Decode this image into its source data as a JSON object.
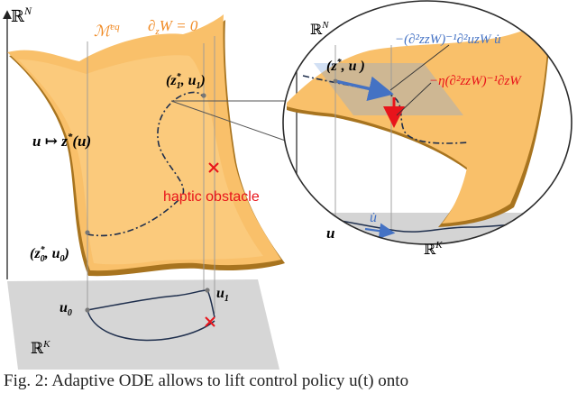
{
  "figure": {
    "left_panel": {
      "axis_top_label": "ℝ",
      "axis_top_sup": "N",
      "manifold_label": "ℳ",
      "manifold_sup": "eq",
      "condition_label": "∂",
      "condition_sub": "z",
      "condition_rest": "W = 0",
      "point_z1": "(z",
      "point_z1_sup": "*",
      "point_z1_sub": "1",
      "point_z1_rest": ", u",
      "point_z1_rest_sub": "1",
      "point_z1_close": ")",
      "map_label_u": "u",
      "map_label_arrow": " ↦ ",
      "map_label_z": "z",
      "map_label_sup": "*",
      "map_label_arg": "(u)",
      "obstacle_label": "haptic obstacle",
      "point_z0": "(z",
      "point_z0_sup": "*",
      "point_z0_sub": "0",
      "point_z0_rest": ", u",
      "point_z0_rest_sub": "0",
      "point_z0_close": ")",
      "u0_label": "u",
      "u0_sub": "0",
      "u1_label": "u",
      "u1_sub": "1",
      "plane_label": "ℝ",
      "plane_sup": "K"
    },
    "zoom_panel": {
      "axis_top_label": "ℝ",
      "axis_top_sup": "N",
      "point_label": "(z",
      "point_sup": "*",
      "point_rest": ", u )",
      "blue_term": "−(∂²zzW)⁻¹∂²uzW u̇",
      "red_term": "−η(∂²zzW)⁻¹∂zW",
      "udot_label": "u̇",
      "u_label": "u",
      "plane_label": "ℝ",
      "plane_sup": "K"
    },
    "colors": {
      "manifold_fill": "#f9c06a",
      "manifold_edge": "#a8741f",
      "plane": "#cfcfcf",
      "path_dark": "#1f2f4d",
      "blue": "#4472c4",
      "red": "#e8141b",
      "orange_text": "#f08a24"
    }
  },
  "caption": "Fig. 2: Adaptive ODE allows to lift control policy u(t) onto"
}
